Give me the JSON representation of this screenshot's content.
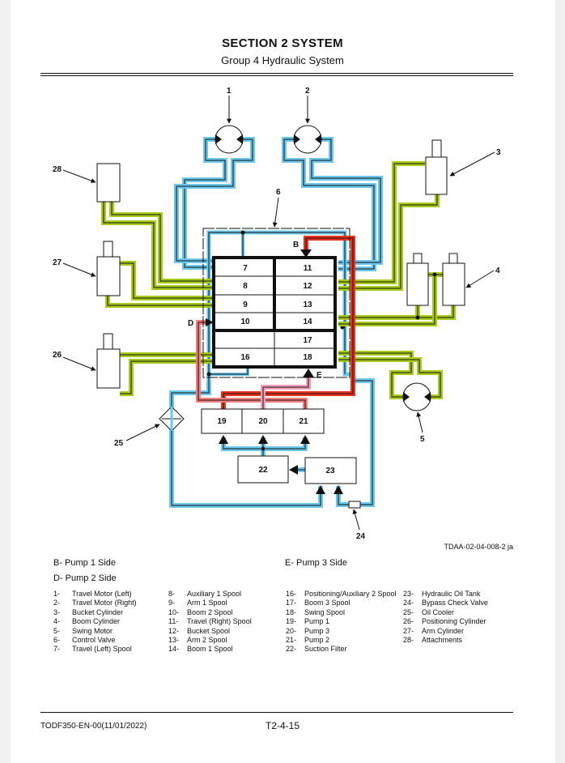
{
  "header": {
    "title": "SECTION 2 SYSTEM",
    "subtitle": "Group 4 Hydraulic System"
  },
  "diagram": {
    "figure_id": "TDAA-02-04-008-2 ja",
    "colors": {
      "pump1_line": "#e8321e",
      "pump2_line": "#f08080",
      "pump3_line": "#f4a0b8",
      "return_line": "#6cc8ec",
      "work_line": "#a8cc1e",
      "outline": "#111111"
    },
    "callouts": [
      "1",
      "2",
      "3",
      "4",
      "5",
      "6",
      "24",
      "25",
      "26",
      "27",
      "28"
    ],
    "valve_spools_left": [
      "7",
      "8",
      "9",
      "10"
    ],
    "valve_spools_right": [
      "11",
      "12",
      "13",
      "14"
    ],
    "valve_lower_left": [
      "",
      "16"
    ],
    "valve_lower_right": [
      "17",
      "18"
    ],
    "pumps": [
      "19",
      "20",
      "21"
    ],
    "suction_filter": "22",
    "tank": "23",
    "port_labels": {
      "b": "B",
      "d": "D",
      "e": "E"
    }
  },
  "side_legend": {
    "b": "B- Pump 1 Side",
    "d": "D- Pump 2 Side",
    "e": "E- Pump 3 Side"
  },
  "legend": {
    "col1": [
      {
        "num": "1-",
        "text": "Travel Motor (Left)"
      },
      {
        "num": "2-",
        "text": "Travel Motor (Right)"
      },
      {
        "num": "3-",
        "text": "Bucket Cylinder"
      },
      {
        "num": "4-",
        "text": "Boom Cylinder"
      },
      {
        "num": "5-",
        "text": "Swing Motor"
      },
      {
        "num": "6-",
        "text": "Control Valve"
      },
      {
        "num": "7-",
        "text": "Travel (Left) Spool"
      }
    ],
    "col2": [
      {
        "num": "8-",
        "text": "Auxiliary 1 Spool"
      },
      {
        "num": "9-",
        "text": "Arm 1 Spool"
      },
      {
        "num": "10-",
        "text": "Boom 2 Spool"
      },
      {
        "num": "11-",
        "text": "Travel (Right) Spool"
      },
      {
        "num": "12-",
        "text": "Bucket Spool"
      },
      {
        "num": "13-",
        "text": "Arm 2 Spool"
      },
      {
        "num": "14-",
        "text": "Boom 1 Spool"
      }
    ],
    "col3": [
      {
        "num": "16-",
        "text": "Positioning/Auxiliary 2 Spool"
      },
      {
        "num": "17-",
        "text": "Boom 3 Spool"
      },
      {
        "num": "18-",
        "text": "Swing Spool"
      },
      {
        "num": "19-",
        "text": "Pump 1"
      },
      {
        "num": "20-",
        "text": "Pump 3"
      },
      {
        "num": "21-",
        "text": "Pump 2"
      },
      {
        "num": "22-",
        "text": "Suction Filter"
      }
    ],
    "col4": [
      {
        "num": "23-",
        "text": "Hydraulic Oil Tank"
      },
      {
        "num": "24-",
        "text": "Bypass Check Valve"
      },
      {
        "num": "25-",
        "text": "Oil Cooler"
      },
      {
        "num": "26-",
        "text": "Positioning Cylinder"
      },
      {
        "num": "27-",
        "text": "Arm Cylinder"
      },
      {
        "num": "28-",
        "text": "Attachments"
      }
    ]
  },
  "footer": {
    "doc_id": "TODF350-EN-00(11/01/2022)",
    "page_number": "T2-4-15"
  }
}
